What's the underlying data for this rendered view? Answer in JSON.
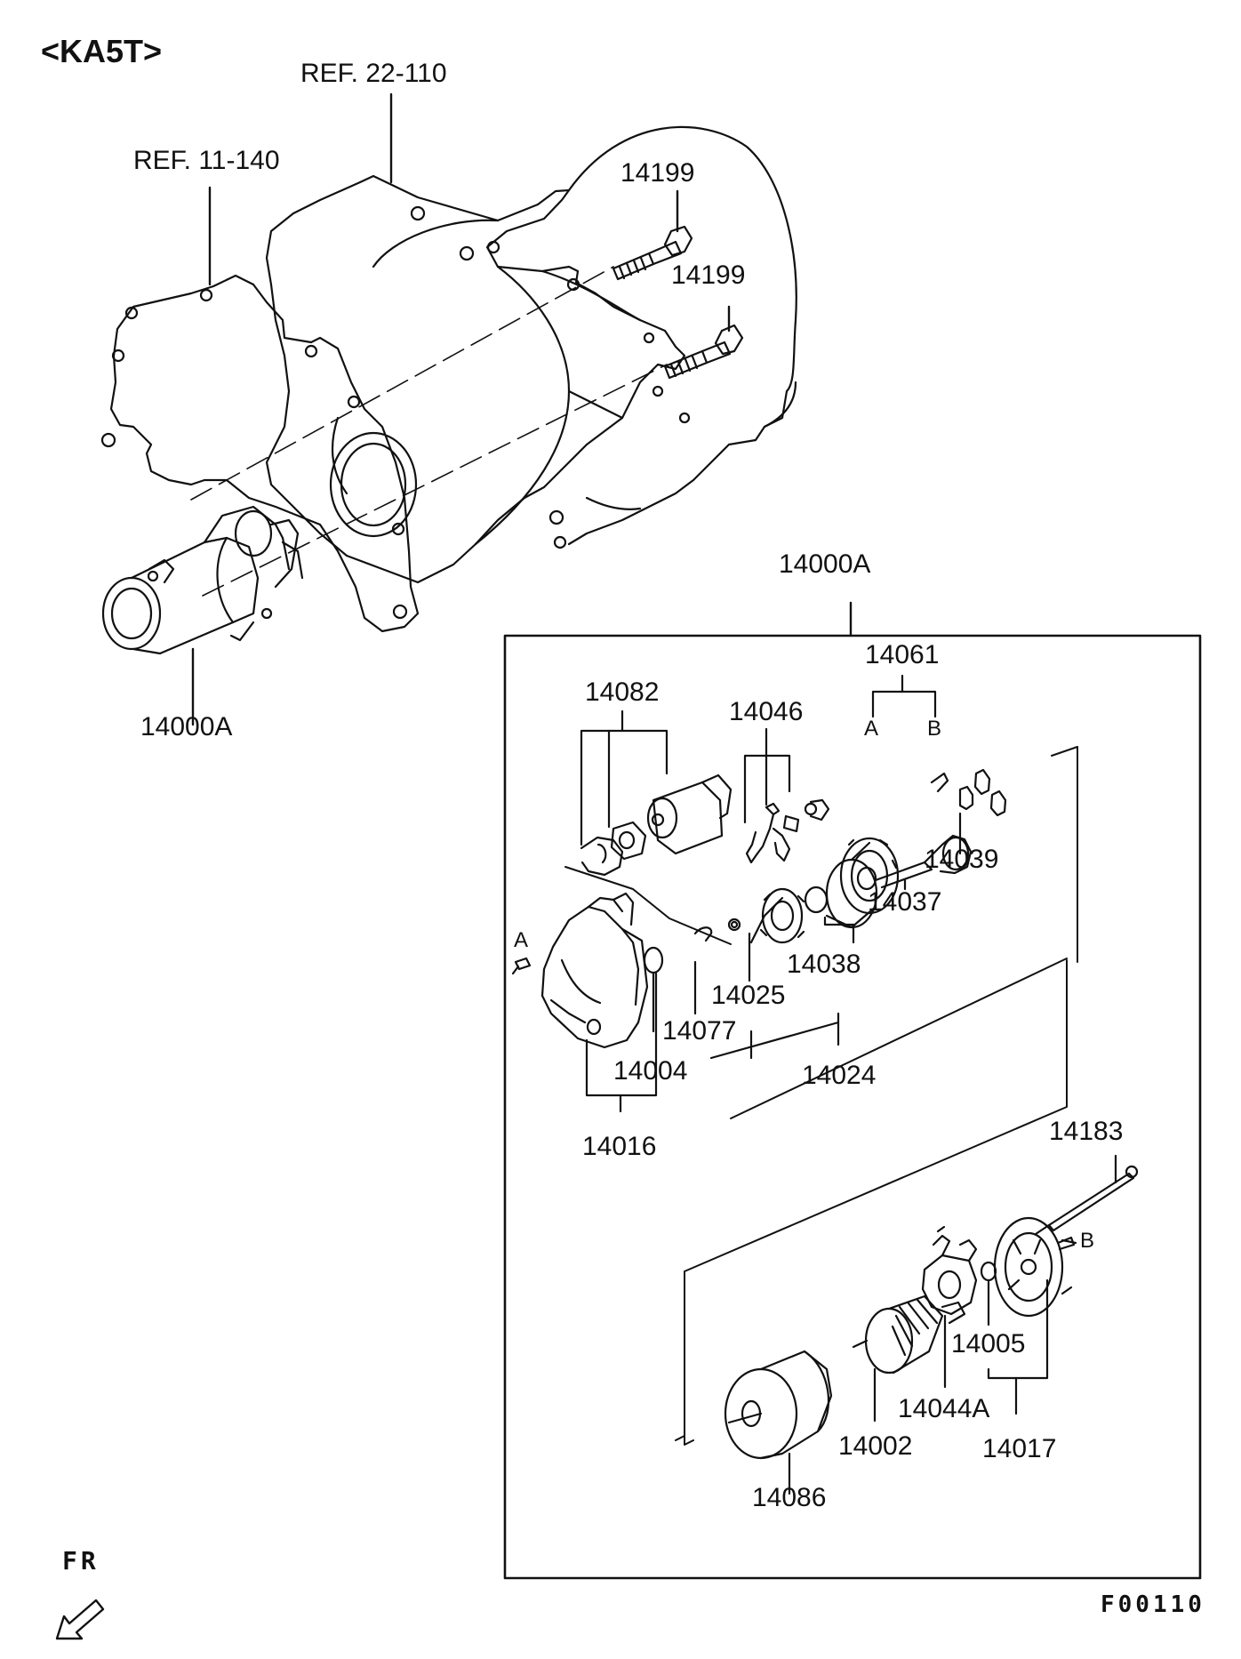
{
  "header": {
    "model_code": "<KA5T>"
  },
  "references": {
    "ref_a": "REF. 22-110",
    "ref_b": "REF. 11-140"
  },
  "callouts": {
    "bolt_upper": "14199",
    "bolt_lower": "14199",
    "starter_assembly": "14000A",
    "kit_box_label": "14000A",
    "p14061": "14061",
    "p14061_a": "A",
    "p14061_b": "B",
    "p14082": "14082",
    "p14046": "14046",
    "p14039": "14039",
    "p14037": "14037",
    "p14038": "14038",
    "p14025": "14025",
    "p14077": "14077",
    "p14004": "14004",
    "p14024": "14024",
    "p14016": "14016",
    "p14016_a": "A",
    "p14183": "14183",
    "p14183_b": "B",
    "p14005": "14005",
    "p14044a": "14044A",
    "p14017": "14017",
    "p14002": "14002",
    "p14086": "14086"
  },
  "orientation": {
    "label": "FR"
  },
  "figure_code": "F00110"
}
